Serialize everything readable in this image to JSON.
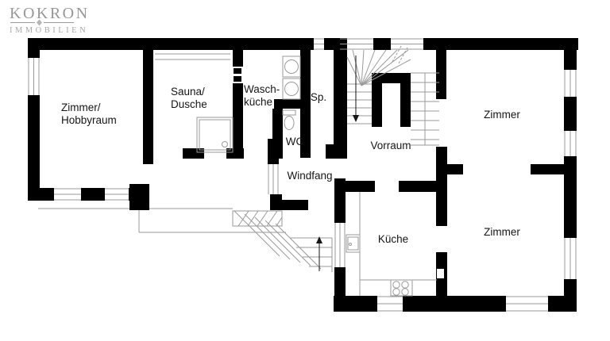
{
  "logo": {
    "brand": "KOKRON",
    "tagline": "IMMOBILIEN"
  },
  "rooms": {
    "zimmer_hobbyraum": {
      "line1": "Zimmer/",
      "line2": "Hobbyraum"
    },
    "sauna_dusche": {
      "line1": "Sauna/",
      "line2": "Dusche"
    },
    "waschkueche": {
      "line1": "Wasch-",
      "line2": "küche"
    },
    "sp": {
      "label": "Sp."
    },
    "wc": {
      "label": "WC"
    },
    "vorraum": {
      "label": "Vorraum"
    },
    "windfang": {
      "label": "Windfang"
    },
    "zimmer_top": {
      "label": "Zimmer"
    },
    "kueche": {
      "label": "Küche"
    },
    "zimmer_bottom": {
      "label": "Zimmer"
    }
  },
  "colors": {
    "wall": "#000000",
    "line": "#9a9a9a",
    "text": "#161616",
    "logo_primary": "#97969a",
    "logo_secondary": "#a9a9a9"
  }
}
